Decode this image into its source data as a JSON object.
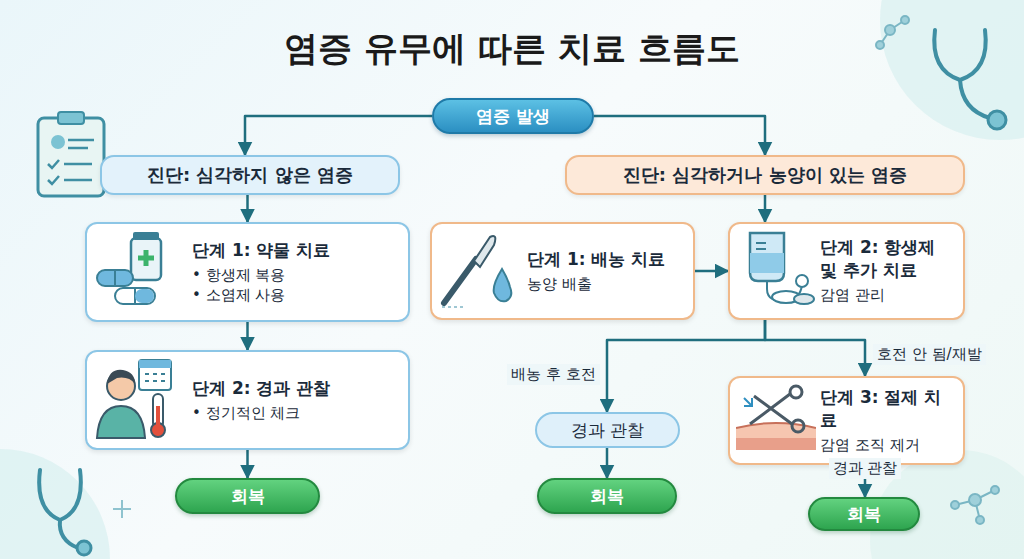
{
  "diagram": {
    "title": "염증 유무에 따른 치료 흐름도",
    "nodes": [
      {
        "text": [
          "염증 발생"
        ]
      },
      {
        "text": [
          "진단: 심각하지 않은 염증"
        ]
      },
      {
        "text": [
          "진단: 심각하거나 농양이 있는 염증"
        ]
      },
      {
        "text": [
          "단계 1: 약물 치료",
          "• 항생제 복용",
          "• 소염제 사용"
        ]
      },
      {
        "text": [
          "단계 2: 경과 관찰",
          "• 정기적인 체크"
        ]
      },
      {
        "text": [
          "회복"
        ]
      },
      {
        "text": [
          "단계 1: 배농 치료",
          "농양 배출"
        ]
      },
      {
        "text": [
          "단계 2: 항생제 및 추가 치료",
          "감염 관리"
        ]
      },
      {
        "text": [
          "경과 관찰"
        ]
      },
      {
        "text": [
          "회복"
        ]
      },
      {
        "text": [
          "단계 3: 절제 치료",
          "감염 조직 제거"
        ]
      },
      {
        "text": [
          "회복"
        ]
      }
    ],
    "edges": [
      {
        "from": 0,
        "to": 1,
        "arrow": "to"
      },
      {
        "from": 0,
        "to": 2,
        "arrow": "to"
      },
      {
        "from": 1,
        "to": 3,
        "arrow": "to"
      },
      {
        "from": 3,
        "to": 4,
        "arrow": "to"
      },
      {
        "from": 4,
        "to": 5,
        "arrow": "to"
      },
      {
        "from": 2,
        "to": 7,
        "arrow": "to"
      },
      {
        "from": 6,
        "to": 7,
        "arrow": "to"
      },
      {
        "from": 7,
        "to": 8,
        "label": "배농 후 호전",
        "arrow": "to"
      },
      {
        "from": 7,
        "to": 10,
        "label": "호전 안 됨/재발",
        "arrow": "to"
      },
      {
        "from": 8,
        "to": 9,
        "arrow": "to"
      },
      {
        "from": 10,
        "to": 11,
        "label": "경과 관찰",
        "arrow": "to"
      }
    ]
  }
}
